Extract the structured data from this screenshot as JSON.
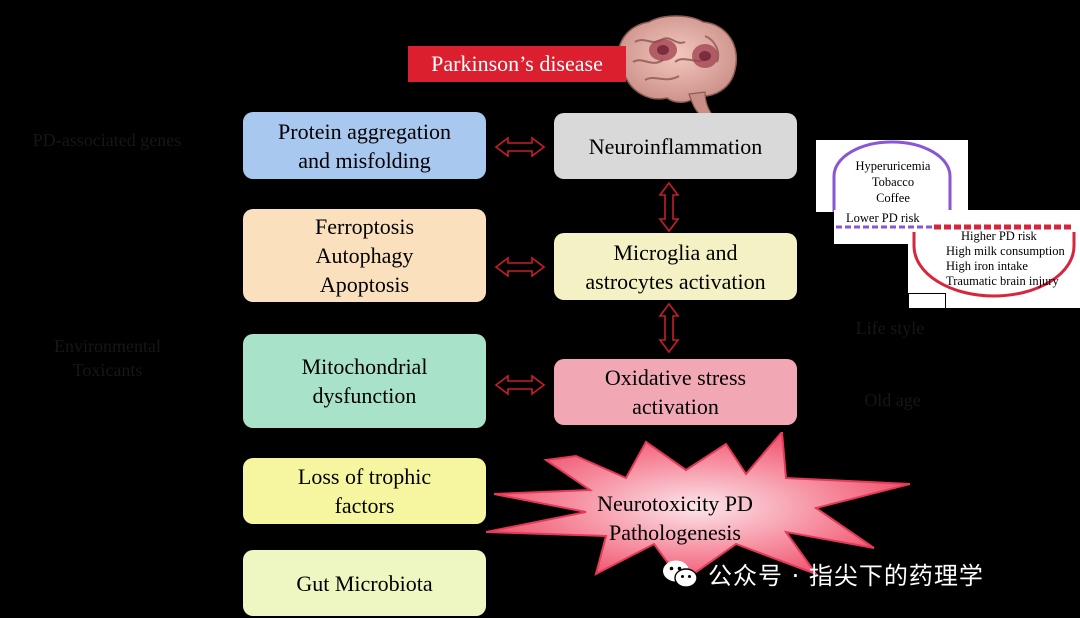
{
  "title": "Parkinson’s disease",
  "left_boxes": [
    {
      "text": "Protein aggregation\nand misfolding",
      "color": "#a9c8ef"
    },
    {
      "text": "Ferroptosis\nAutophagy\nApoptosis",
      "color": "#fbe0bd"
    },
    {
      "text": "Mitochondrial\ndysfunction",
      "color": "#a8e2c8"
    },
    {
      "text": "Loss of trophic\nfactors",
      "color": "#f6f6a0"
    },
    {
      "text": "Gut Microbiota",
      "color": "#eef6c2"
    }
  ],
  "center_boxes": [
    {
      "text": "Neuroinflammation",
      "color": "#d9d9d9"
    },
    {
      "text": "Microglia and\nastrocytes activation",
      "color": "#f4f2c4"
    },
    {
      "text": "Oxidative stress\nactivation",
      "color": "#f2a7b5"
    }
  ],
  "outcome": {
    "text": "Neurotoxicity PD\nPathologenesis",
    "color": "#f35a72"
  },
  "side_labels": {
    "genes": "PD-associated genes",
    "toxicants": "Environmental\nToxicants",
    "lifestyle": "Life style",
    "age": "Old age"
  },
  "risk_legend": {
    "lower_items": [
      "Hyperuricemia",
      "Tobacco",
      "Coffee"
    ],
    "lower_label": "Lower PD risk",
    "higher_label": "Higher PD risk",
    "higher_items": [
      "High milk consumption",
      "High iron intake",
      "Traumatic brain injury"
    ],
    "lower_color": "#8a55d6",
    "higher_color": "#d6263d"
  },
  "watermark": "公众号 · 指尖下的药理学",
  "colors": {
    "background": "#000000",
    "title_bg": "#dc1f2e",
    "arrow": "#c41e2a"
  }
}
